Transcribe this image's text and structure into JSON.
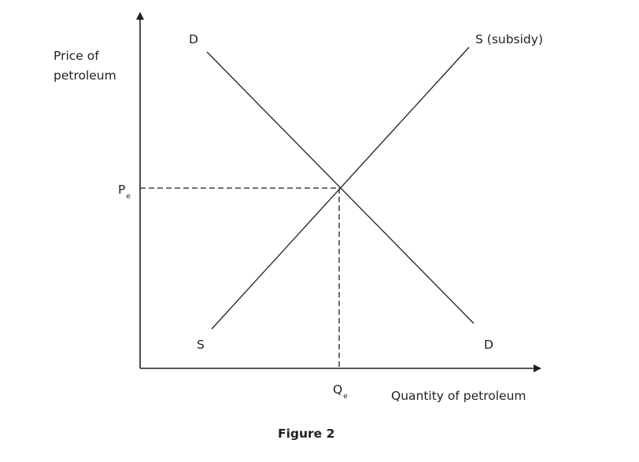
{
  "figure": {
    "caption": "Figure 2",
    "axes": {
      "y_label_line1": "Price of",
      "y_label_line2": "petroleum",
      "x_label": "Quantity of petroleum"
    },
    "equilibrium": {
      "price_main": "P",
      "price_sub": "e",
      "quantity_main": "Q",
      "quantity_sub": "e"
    },
    "curves": {
      "demand_top_label": "D",
      "demand_bottom_label": "D",
      "supply_top_label": "S (subsidy)",
      "supply_bottom_label": "S"
    },
    "colors": {
      "line": "#231f20",
      "dashed": "#231f20"
    }
  }
}
